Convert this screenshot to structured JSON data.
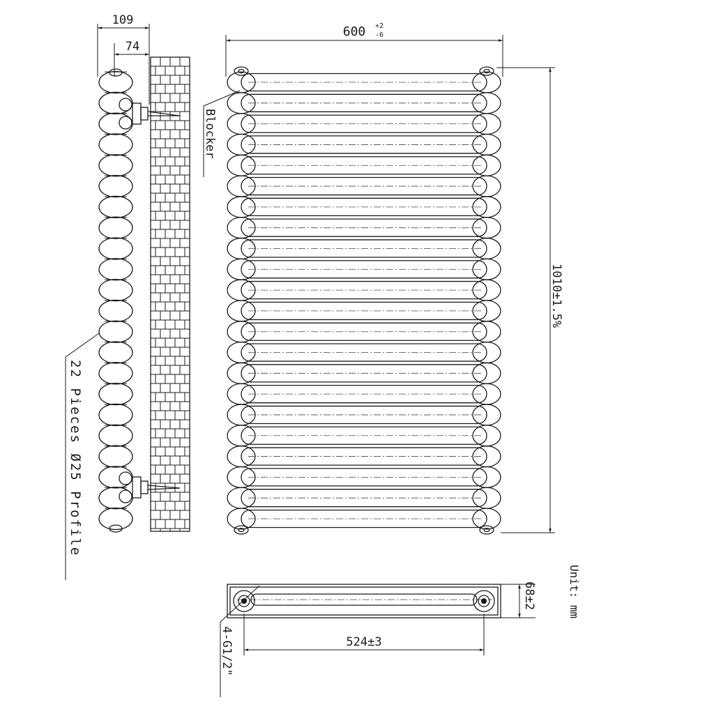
{
  "labels": {
    "width_side": "109",
    "depth_side": "74",
    "width_overall": "600",
    "width_tol_upper": "+2",
    "width_tol_lower": "-6",
    "height_overall": "1010±1.5%",
    "blocker": "Blocker",
    "pieces": "22 Pieces Ø25 Profile",
    "unit": "Unit: mm",
    "depth_bottom": "68±2",
    "centers": "524±3",
    "connections": "4-G1/2\""
  },
  "config": {
    "tube_count": 22
  }
}
